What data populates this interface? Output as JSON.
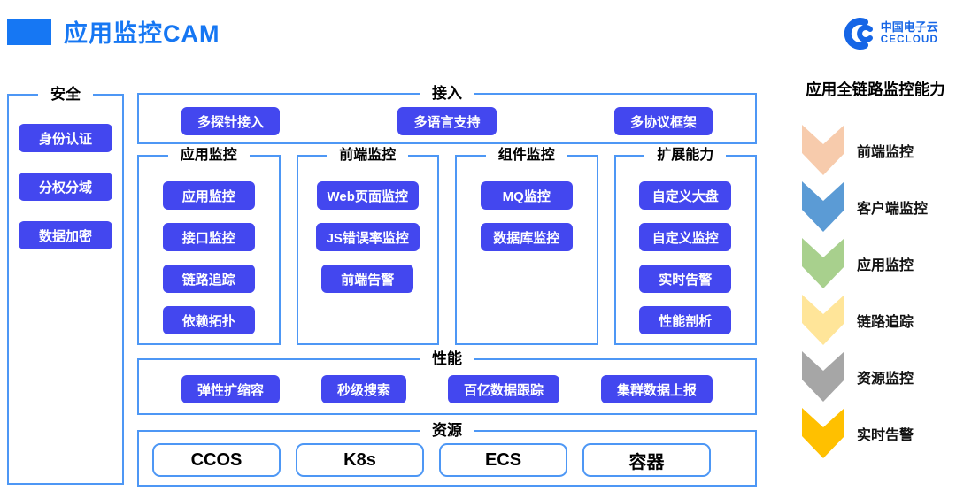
{
  "header": {
    "title": "应用监控CAM",
    "logo": {
      "brand_cn": "中国电子云",
      "brand_en": "CECLOUD"
    }
  },
  "colors": {
    "accent_blue": "#1677F3",
    "box_border": "#4D97F5",
    "pill_bg": "#4347EF",
    "logo_blue": "#1565E6"
  },
  "security": {
    "title": "安全",
    "items": [
      "身份认证",
      "分权分域",
      "数据加密"
    ]
  },
  "access": {
    "title": "接入",
    "items": [
      "多探针接入",
      "多语言支持",
      "多协议框架"
    ]
  },
  "columns": [
    {
      "title": "应用监控",
      "items": [
        "应用监控",
        "接口监控",
        "链路追踪",
        "依赖拓扑"
      ]
    },
    {
      "title": "前端监控",
      "items": [
        "Web页面监控",
        "JS错误率监控",
        "前端告警"
      ]
    },
    {
      "title": "组件监控",
      "items": [
        "MQ监控",
        "数据库监控"
      ]
    },
    {
      "title": "扩展能力",
      "items": [
        "自定义大盘",
        "自定义监控",
        "实时告警",
        "性能剖析"
      ]
    }
  ],
  "performance": {
    "title": "性能",
    "items": [
      "弹性扩缩容",
      "秒级搜索",
      "百亿数据跟踪",
      "集群数据上报"
    ]
  },
  "resources": {
    "title": "资源",
    "items": [
      "CCOS",
      "K8s",
      "ECS",
      "容器"
    ]
  },
  "capabilities": {
    "title": "应用全链路监控能力",
    "items": [
      {
        "label": "前端监控",
        "color": "#F7CBAC"
      },
      {
        "label": "客户端监控",
        "color": "#5B9BD5"
      },
      {
        "label": "应用监控",
        "color": "#A8D08D"
      },
      {
        "label": "链路追踪",
        "color": "#FFE599"
      },
      {
        "label": "资源监控",
        "color": "#A6A6A6"
      },
      {
        "label": "实时告警",
        "color": "#FFC000"
      }
    ]
  }
}
